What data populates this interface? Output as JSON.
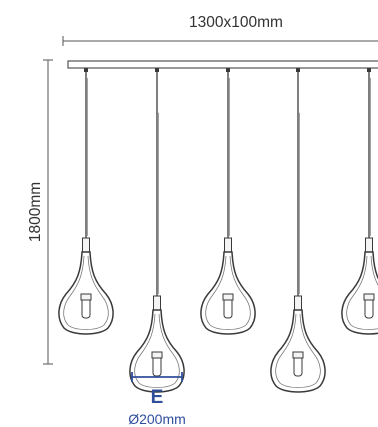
{
  "dimensions": {
    "width_label": "1300x100mm",
    "height_label": "1800mm",
    "diameter_code": "E",
    "diameter_label": "Ø200mm"
  },
  "colors": {
    "line": "#3a3a3a",
    "dimension_line": "#555555",
    "text": "#333333",
    "accent_blue": "#2f4f9c"
  },
  "pendants": [
    {
      "drop": 0
    },
    {
      "drop": 1
    },
    {
      "drop": 0
    },
    {
      "drop": 1
    },
    {
      "drop": 0
    }
  ]
}
